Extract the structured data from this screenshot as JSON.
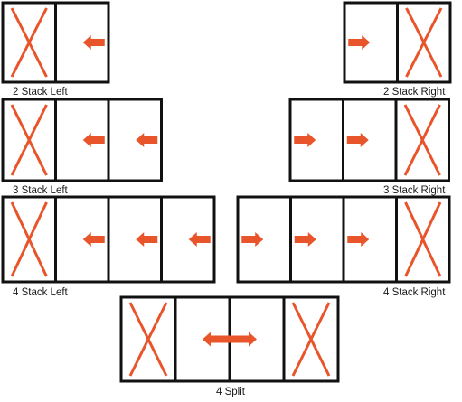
{
  "colors": {
    "frame": "#111111",
    "fixed_cross": "#e8552a",
    "arrow": "#e8552a",
    "background": "#ffffff"
  },
  "configurations": [
    {
      "id": "2-stack-left",
      "label": "2 Stack Left",
      "panels": [
        "fixed",
        "left"
      ]
    },
    {
      "id": "2-stack-right",
      "label": "2 Stack Right",
      "panels": [
        "right",
        "fixed"
      ]
    },
    {
      "id": "3-stack-left",
      "label": "3 Stack Left",
      "panels": [
        "fixed",
        "left",
        "left"
      ]
    },
    {
      "id": "3-stack-right",
      "label": "3 Stack Right",
      "panels": [
        "right",
        "right",
        "fixed"
      ]
    },
    {
      "id": "4-stack-left",
      "label": "4 Stack Left",
      "panels": [
        "fixed",
        "left",
        "left",
        "left"
      ]
    },
    {
      "id": "4-stack-right",
      "label": "4 Stack Right",
      "panels": [
        "right",
        "right",
        "right",
        "fixed"
      ]
    },
    {
      "id": "4-split",
      "label": "4 Split",
      "panels": [
        "fixed",
        "left",
        "right",
        "fixed"
      ]
    }
  ]
}
